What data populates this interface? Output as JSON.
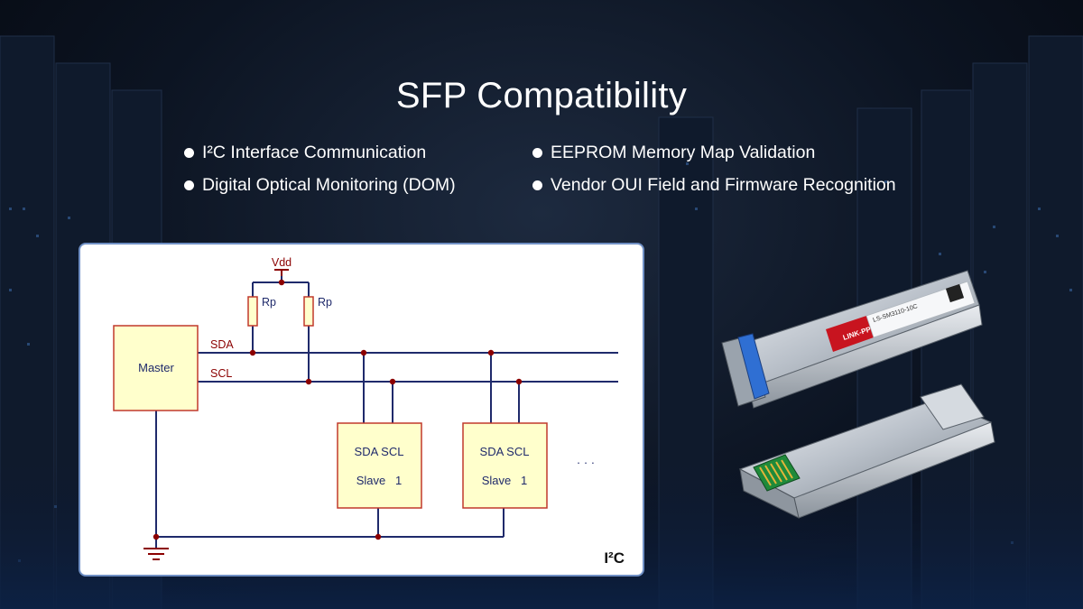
{
  "title": "SFP Compatibility",
  "bullets": [
    "I²C Interface Communication",
    "Digital Optical Monitoring (DOM)",
    "EEPROM Memory Map Validation",
    "Vendor OUI Field and Firmware Recognition"
  ],
  "diagram": {
    "vdd_label": "Vdd",
    "rp_label": "Rp",
    "master_label": "Master",
    "sda_label": "SDA",
    "scl_label": "SCL",
    "slave_pins_label": "SDA SCL",
    "slave_label": "Slave   1",
    "ellipsis": "· · ·",
    "badge": "I²C",
    "colors": {
      "box_fill": "#ffffcc",
      "box_stroke": "#c0392b",
      "wire": "#1f2a6b",
      "node": "#8b0000",
      "vdd": "#8b0000"
    }
  },
  "module_label": {
    "part_text": "LS-SM3110-10C",
    "brand_text": "LINK-PP"
  },
  "icons": [
    "ground-icon",
    "vdd-icon",
    "resistor-icon",
    "bullet-dot-icon",
    "sfp-module-icon"
  ]
}
